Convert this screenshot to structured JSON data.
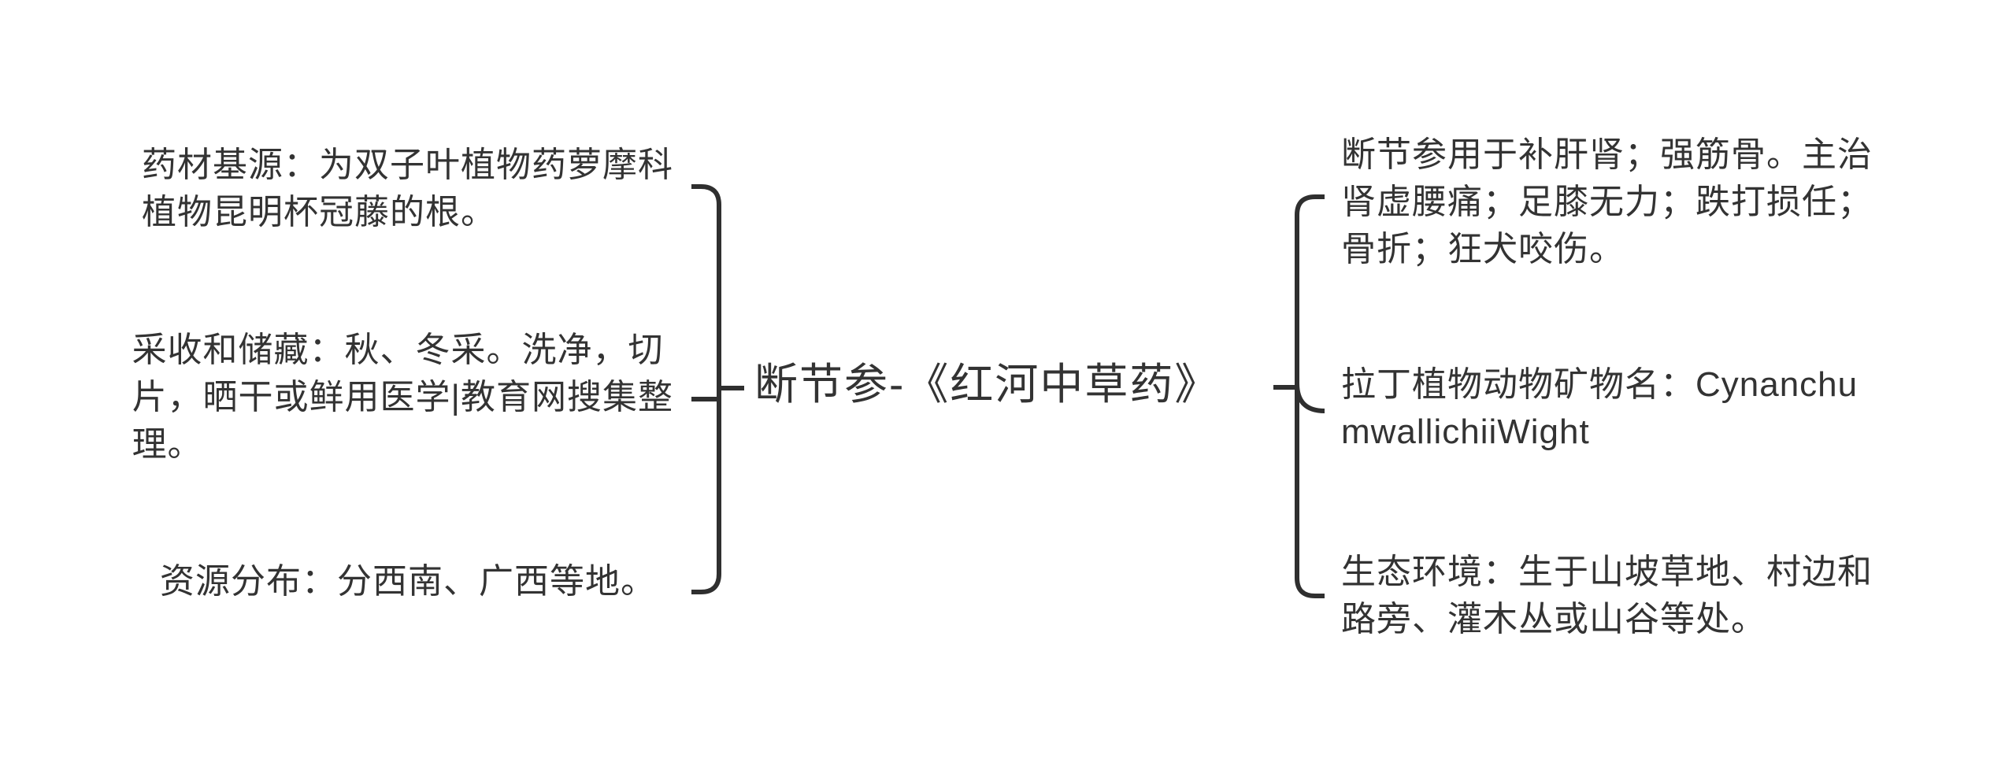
{
  "page": {
    "background_color": "#ffffff",
    "text_color": "#333333",
    "line_color": "#2f2f2f"
  },
  "center": {
    "title": "断节参-《红河中草药》"
  },
  "left": {
    "nodes": [
      {
        "id": "medicinal-source",
        "lines": [
          "药材基源：为双子叶植物药萝摩科",
          "植物昆明杯冠藤的根。"
        ]
      },
      {
        "id": "harvest-storage",
        "lines": [
          "采收和储藏：秋、冬采。洗净，切",
          "片，晒干或鲜用医学|教育网搜集整",
          "理。"
        ]
      },
      {
        "id": "resource-distribution",
        "lines": [
          "资源分布：分西南、广西等地。"
        ]
      }
    ]
  },
  "right": {
    "nodes": [
      {
        "id": "indications",
        "lines": [
          "断节参用于补肝肾；强筋骨。主治",
          "肾虚腰痛；足膝无力；跌打损任；",
          "骨折；狂犬咬伤。"
        ]
      },
      {
        "id": "latin-name",
        "lines": [
          "拉丁植物动物矿物名：Cynanchu",
          "mwallichiiWight"
        ]
      },
      {
        "id": "habitat",
        "lines": [
          "生态环境：生于山坡草地、村边和",
          "路旁、灌木丛或山谷等处。"
        ]
      }
    ]
  }
}
